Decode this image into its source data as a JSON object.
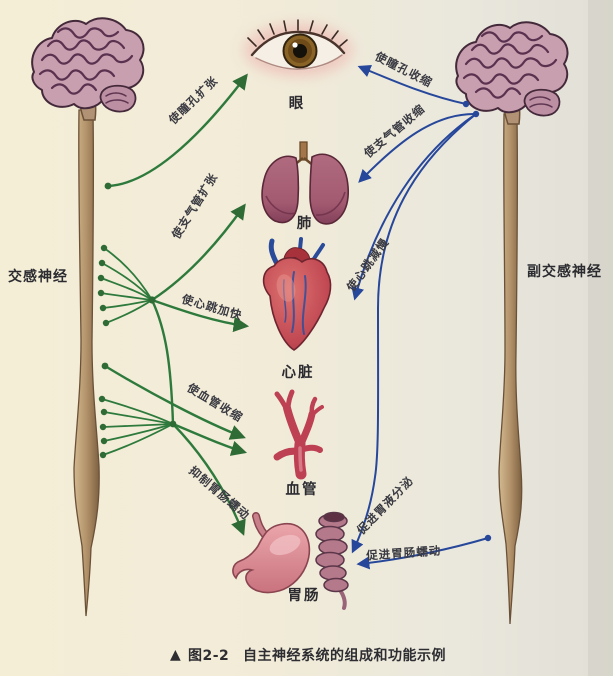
{
  "figure": {
    "caption_marker": "▲",
    "caption_fig": "图2-2",
    "caption_title": "自主神经系统的组成和功能示例"
  },
  "colors": {
    "sympathetic_green": "#2e7a3c",
    "parasympathetic_blue": "#27479b",
    "paper_background": "#f2ecd8"
  },
  "nerves": {
    "sympathetic": {
      "label": "交感神经",
      "effects": [
        {
          "target": "eye",
          "label": "使瞳孔扩张"
        },
        {
          "target": "lung",
          "label": "使支气管扩张"
        },
        {
          "target": "heart",
          "label": "使心跳加快"
        },
        {
          "target": "vessel",
          "label": "使血管收缩"
        },
        {
          "target": "gi",
          "label": "抑制胃肠蠕动"
        }
      ]
    },
    "parasympathetic": {
      "label": "副交感神经",
      "effects": [
        {
          "target": "eye",
          "label": "使瞳孔收缩"
        },
        {
          "target": "lung",
          "label": "使支气管收缩"
        },
        {
          "target": "heart",
          "label": "使心跳减慢"
        },
        {
          "target": "gi",
          "label": "促进胃液分泌"
        },
        {
          "target": "gi2",
          "label": "促进胃肠蠕动"
        }
      ]
    }
  },
  "organs": [
    {
      "id": "eye",
      "label": "眼"
    },
    {
      "id": "lung",
      "label": "肺"
    },
    {
      "id": "heart",
      "label": "心脏"
    },
    {
      "id": "vessel",
      "label": "血管"
    },
    {
      "id": "gi",
      "label": "胃肠"
    }
  ]
}
